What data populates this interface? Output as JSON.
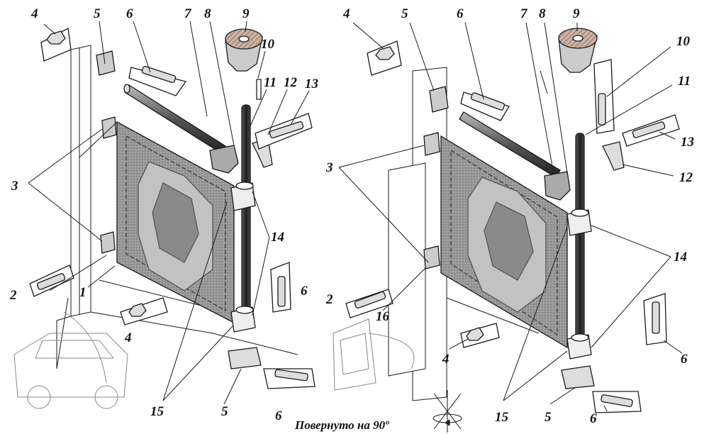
{
  "caption": "Повернуто на 90º",
  "labels": {
    "n1": "1",
    "n2": "2",
    "n3": "3",
    "n4": "4",
    "n5": "5",
    "n6": "6",
    "n7": "7",
    "n8": "8",
    "n9": "9",
    "n10": "10",
    "n11": "11",
    "n12": "12",
    "n13": "13",
    "n14": "14",
    "n15": "15",
    "n16": "16"
  },
  "colors": {
    "line": "#1a1a1a",
    "panel": "#8a8a8a",
    "panel_light": "#bdbdbd",
    "metal": "#d9d9d9",
    "hatch": "#a58a7a"
  }
}
